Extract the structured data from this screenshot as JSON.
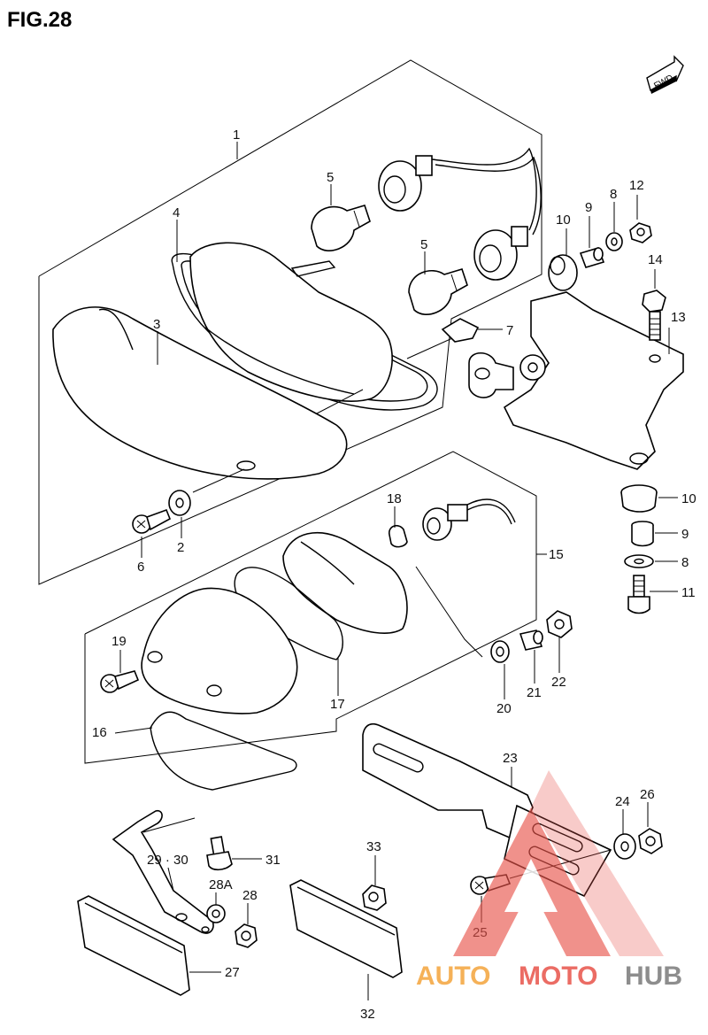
{
  "figure": {
    "title": "FIG.28",
    "fwd_label": "FWD"
  },
  "callouts": {
    "c1": "1",
    "c2": "2",
    "c3": "3",
    "c4": "4",
    "c5a": "5",
    "c5b": "5",
    "c6": "6",
    "c7": "7",
    "c8a": "8",
    "c8b": "8",
    "c9a": "9",
    "c9b": "9",
    "c10a": "10",
    "c10b": "10",
    "c11": "11",
    "c12": "12",
    "c13": "13",
    "c14": "14",
    "c15": "15",
    "c16": "16",
    "c17": "17",
    "c18": "18",
    "c19": "19",
    "c20": "20",
    "c21": "21",
    "c22": "22",
    "c23": "23",
    "c24": "24",
    "c25": "25",
    "c26": "26",
    "c27": "27",
    "c28": "28",
    "c28a": "28A",
    "c2930": "29 · 30",
    "c31": "31",
    "c32": "32",
    "c33": "33"
  },
  "watermark": {
    "part1": "AUTO",
    "part2": "MOTO",
    "part3": "HUB"
  },
  "colors": {
    "watermark_orange": "#f4a43c",
    "watermark_red": "#e8534a",
    "watermark_gray": "#7a7a7a"
  }
}
